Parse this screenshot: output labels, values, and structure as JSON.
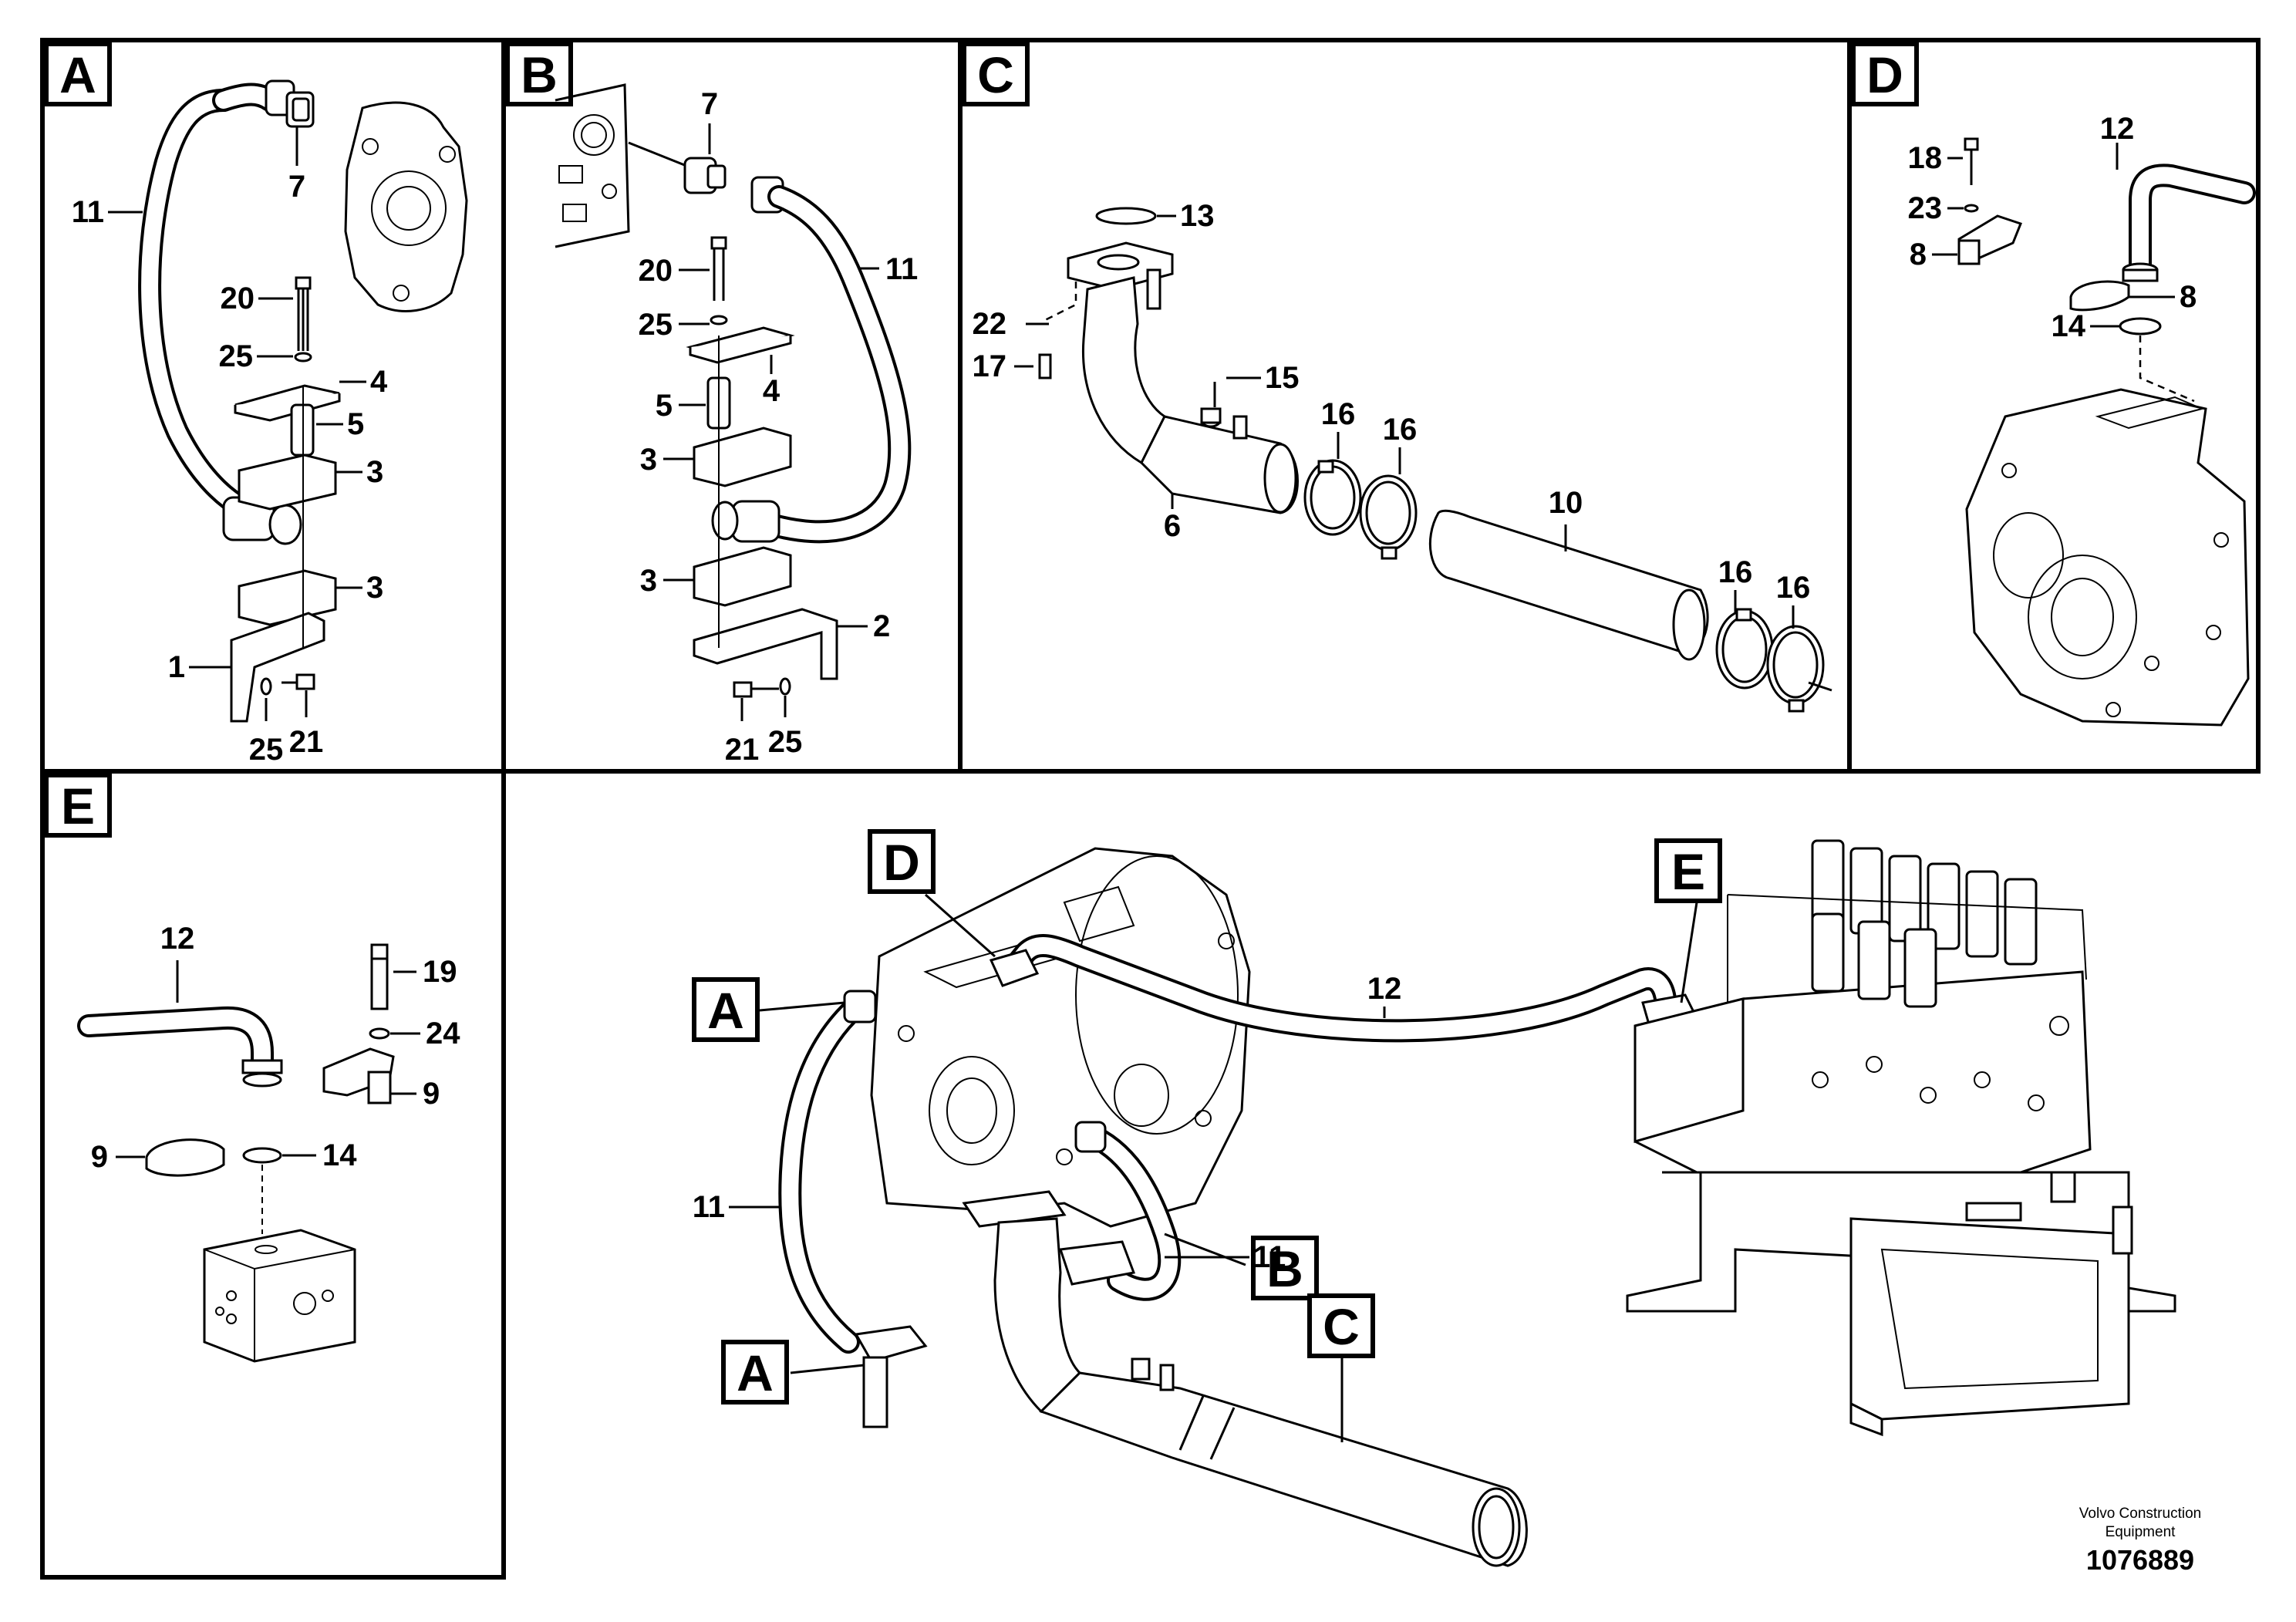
{
  "panels": [
    {
      "id": "A",
      "label": "A"
    },
    {
      "id": "B",
      "label": "B"
    },
    {
      "id": "C",
      "label": "C"
    },
    {
      "id": "D",
      "label": "D"
    },
    {
      "id": "E",
      "label": "E"
    }
  ],
  "overview_tags": [
    {
      "id": "D",
      "label": "D"
    },
    {
      "id": "E",
      "label": "E"
    },
    {
      "id": "A1",
      "label": "A"
    },
    {
      "id": "B",
      "label": "B"
    },
    {
      "id": "A2",
      "label": "A"
    },
    {
      "id": "C",
      "label": "C"
    }
  ],
  "callouts": {
    "A": [
      "11",
      "7",
      "20",
      "25",
      "4",
      "5",
      "3",
      "3",
      "1",
      "25",
      "21"
    ],
    "B": [
      "7",
      "11",
      "20",
      "25",
      "5",
      "4",
      "3",
      "3",
      "2",
      "21",
      "25"
    ],
    "C": [
      "13",
      "22",
      "17",
      "15",
      "16",
      "16",
      "6",
      "10",
      "16",
      "16"
    ],
    "D": [
      "12",
      "18",
      "23",
      "8",
      "8",
      "14"
    ],
    "E": [
      "12",
      "19",
      "24",
      "9",
      "9",
      "14"
    ],
    "overview": [
      "12",
      "11",
      "11"
    ]
  },
  "footer": {
    "brand_line1": "Volvo Construction",
    "brand_line2": "Equipment",
    "drawing_number": "1076889"
  }
}
